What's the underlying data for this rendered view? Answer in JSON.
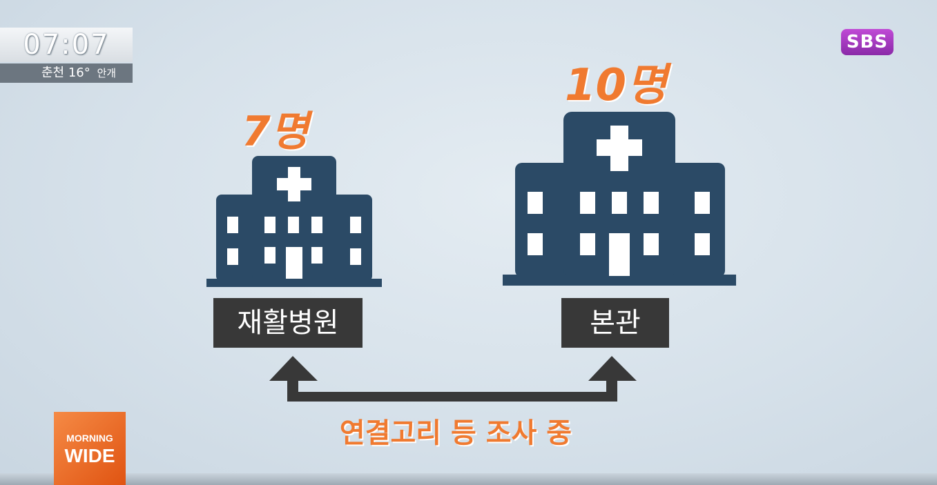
{
  "overlay": {
    "time": "07:07",
    "weather": {
      "city": "춘천",
      "temp": "16°",
      "condition": "안개"
    }
  },
  "channel_logo": "SBS",
  "program_logo": {
    "line1": "MORNING",
    "line2": "WIDE"
  },
  "left": {
    "count": "7명",
    "label": "재활병원"
  },
  "right": {
    "count": "10명",
    "label": "본관"
  },
  "caption": "연결고리 등 조사 중",
  "colors": {
    "accent": "#f07a30",
    "building": "#2b4a66",
    "label_bg": "#383838",
    "arrow": "#383838",
    "channel": "#a03cc0"
  }
}
